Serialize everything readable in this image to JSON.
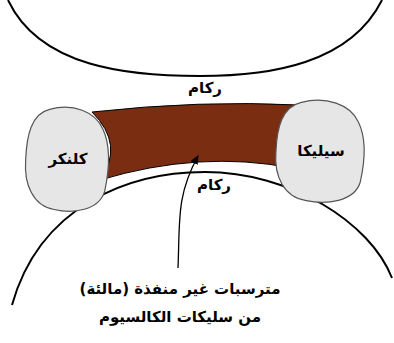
{
  "diagram": {
    "nodes": [
      {
        "text": [
          "كلنكر"
        ]
      },
      {
        "text": [
          "سيليكا"
        ]
      }
    ],
    "labels": [
      "ركام",
      "ركام",
      "مترسبات غير منفذة (مالئة) من سليكات الكالسيوم"
    ]
  }
}
